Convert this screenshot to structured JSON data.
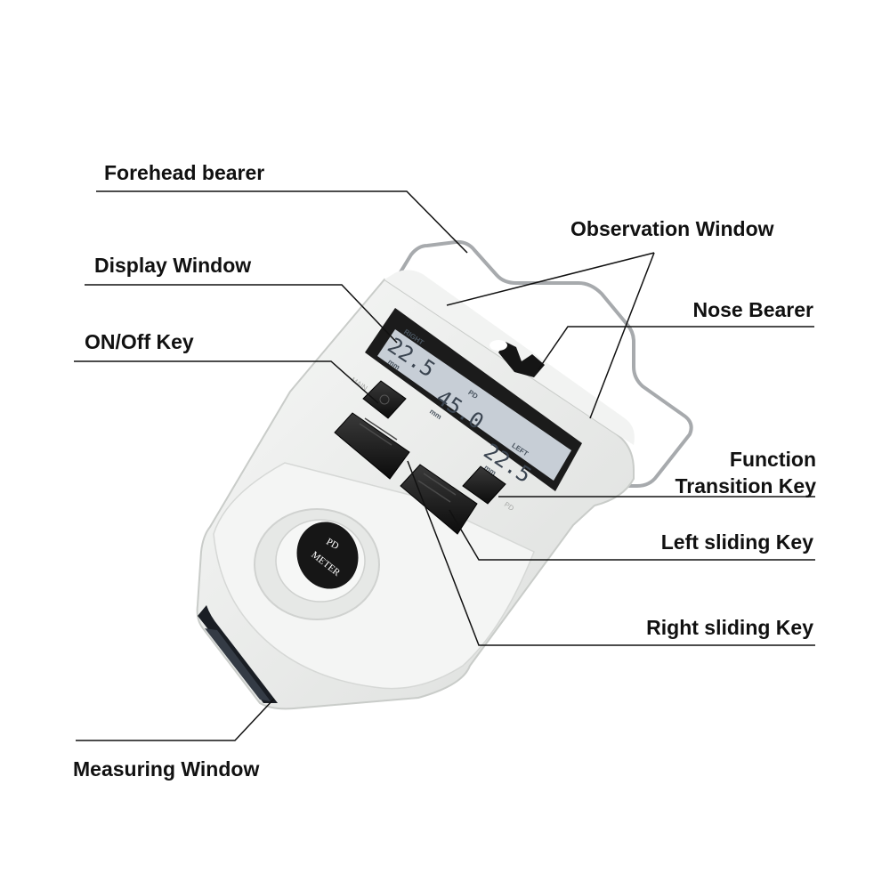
{
  "labels": {
    "forehead_bearer": "Forehead bearer",
    "observation_window": "Observation Window",
    "display_window": "Display Window",
    "nose_bearer": "Nose Bearer",
    "on_off_key": "ON/Off Key",
    "function_line1": "Function",
    "function_line2": "Transition Key",
    "left_sliding_key": "Left sliding Key",
    "right_sliding_key": "Right sliding Key",
    "measuring_window": "Measuring Window"
  },
  "device": {
    "lcd_right": "RIGHT",
    "lcd_pd": "PD",
    "lcd_left": "LEFT",
    "lcd_unit": "mm",
    "lcd_right_value": "22.5",
    "lcd_pd_value": "45.0",
    "lcd_left_value": "22.5",
    "badge_line1": "PD",
    "badge_line2": "METER",
    "key_main": "MAIN",
    "key_pd": "PD"
  },
  "colors": {
    "body": "#eceeec",
    "lcd": "#c7ced6",
    "key": "#1e1e1e",
    "leader": "#111111"
  }
}
